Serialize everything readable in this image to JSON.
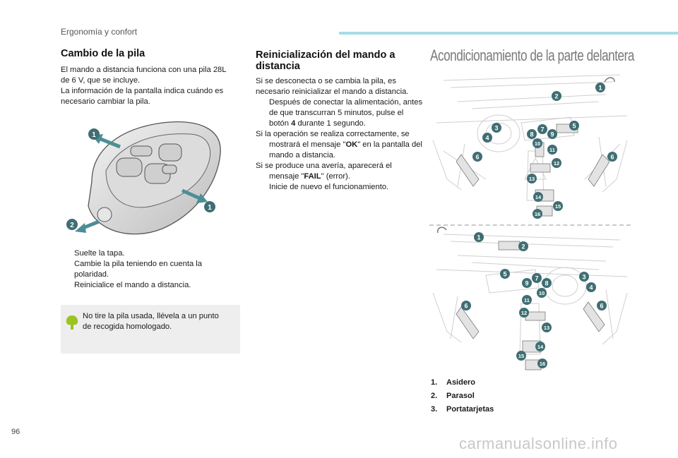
{
  "header": {
    "section": "Ergonomía y confort"
  },
  "col1": {
    "title": "Cambio de la pila",
    "intro": [
      "El mando a distancia funciona con una pila 28L",
      "de 6 V, que se incluye.",
      "La información de la pantalla indica cuándo es",
      "necesario cambiar la pila."
    ],
    "steps": [
      {
        "mark": "",
        "lines": [
          "Suelte la tapa."
        ]
      },
      {
        "mark": "",
        "lines": [
          "Cambie la pila teniendo en cuenta la",
          "polaridad."
        ]
      },
      {
        "mark": "",
        "lines": [
          "Reinicialice el mando a distancia."
        ]
      }
    ],
    "note": [
      "No tire la pila usada, llévela a un punto",
      "de recogida homologado."
    ],
    "figure_labels": [
      "1",
      "1",
      "2"
    ]
  },
  "col2": {
    "title_lines": [
      "Reinicialización del mando a",
      "distancia"
    ],
    "intro": [
      "Si se desconecta o se cambia la pila, es",
      "necesario reinicializar el mando a distancia."
    ],
    "step1": {
      "mark": "",
      "l1": "Después de conectar la alimentación, antes",
      "l2": "de que transcurran 5 minutos, pulse el",
      "l3_pre": "botón ",
      "l3_bold": "4",
      "l3_post": " durante 1 segundo."
    },
    "line_ok": {
      "l1": "Si la operación se realiza correctamente, se",
      "l2_pre": "mostrará el mensaje \"",
      "l2_bold": "OK",
      "l2_post": "\" en la pantalla del",
      "l3": "mando a distancia."
    },
    "line_fail": {
      "l1": "Si se produce una avería, aparecerá el",
      "l2_pre": "mensaje \"",
      "l2_bold": "FAIL",
      "l2_post": "\" (error)."
    },
    "step2": {
      "mark": "",
      "text": "Inicie de nuevo el funcionamiento."
    }
  },
  "col3": {
    "title": "Acondicionamiento de la parte delantera",
    "top_badges": [
      "1",
      "2",
      "3",
      "4",
      "5",
      "6",
      "6",
      "7",
      "8",
      "9",
      "10",
      "11",
      "12",
      "13",
      "14",
      "15",
      "16"
    ],
    "bottom_badges": [
      "1",
      "2",
      "3",
      "4",
      "5",
      "6",
      "6",
      "7",
      "8",
      "9",
      "10",
      "11",
      "12",
      "13",
      "14",
      "15",
      "16"
    ],
    "legend": [
      {
        "num": "1.",
        "label": "Asidero"
      },
      {
        "num": "2.",
        "label": "Parasol"
      },
      {
        "num": "3.",
        "label": "Portatarjetas"
      }
    ]
  },
  "footer": {
    "page": "96",
    "watermark": "carmanualsonline.info"
  },
  "colors": {
    "badge": "#3f6e73",
    "accent_rule": "#a7dde5",
    "note_bg": "#eeeeee",
    "leaf": "#9bc421"
  }
}
